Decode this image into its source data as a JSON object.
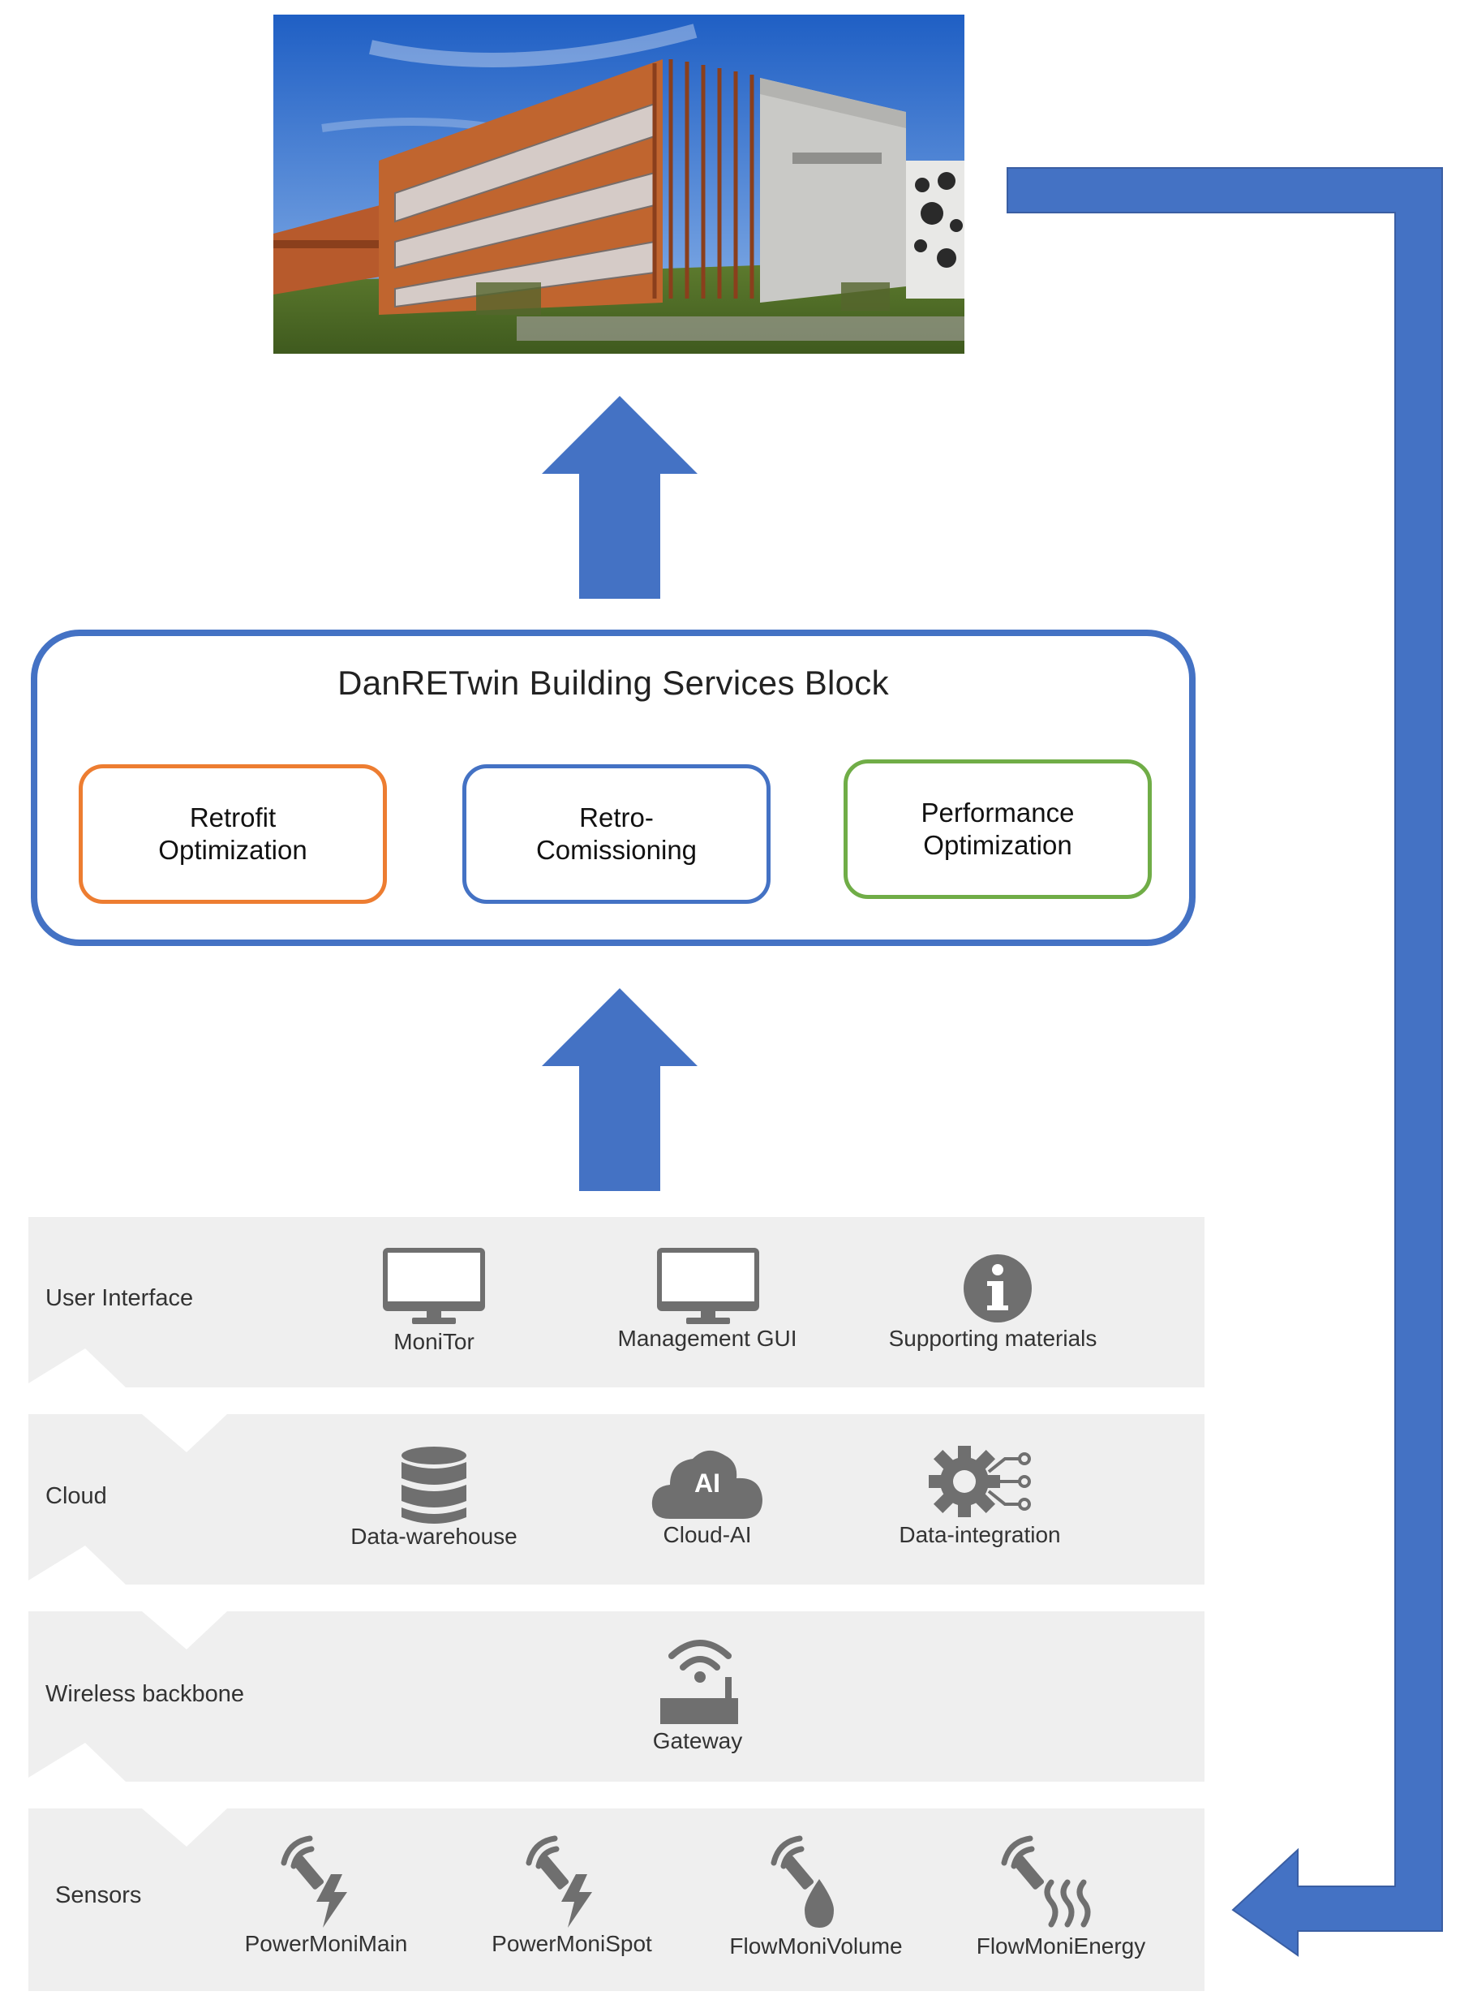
{
  "services_block": {
    "title": "DanRETwin Building Services Block",
    "items": [
      {
        "label": "Retrofit\nOptimization",
        "color": "#ED7D31"
      },
      {
        "label": "Retro-\nComissioning",
        "color": "#4472C4"
      },
      {
        "label": "Performance\nOptimization",
        "color": "#70AD47"
      }
    ]
  },
  "layers": {
    "user_interface": {
      "label": "User Interface",
      "items": [
        {
          "label": "MoniTor",
          "icon": "monitor-icon"
        },
        {
          "label": "Management GUI",
          "icon": "monitor-icon"
        },
        {
          "label": "Supporting materials",
          "icon": "info-icon"
        }
      ]
    },
    "cloud": {
      "label": "Cloud",
      "items": [
        {
          "label": "Data-warehouse",
          "icon": "database-icon"
        },
        {
          "label": "Cloud-AI",
          "icon": "cloud-ai-icon",
          "icon_text": "AI"
        },
        {
          "label": "Data-integration",
          "icon": "gear-network-icon"
        }
      ]
    },
    "wireless": {
      "label": "Wireless backbone",
      "items": [
        {
          "label": "Gateway",
          "icon": "router-icon"
        }
      ]
    },
    "sensors": {
      "label": "Sensors",
      "items": [
        {
          "label": "PowerMoniMain",
          "icon": "wireless-power-sensor-icon"
        },
        {
          "label": "PowerMoniSpot",
          "icon": "wireless-power-sensor-icon"
        },
        {
          "label": "FlowMoniVolume",
          "icon": "wireless-flow-sensor-icon"
        },
        {
          "label": "FlowMoniEnergy",
          "icon": "wireless-heat-sensor-icon"
        }
      ]
    }
  },
  "colors": {
    "arrow": "#4472C4",
    "layer_bg": "#efefef",
    "icon_gray": "#6f6f6f"
  }
}
